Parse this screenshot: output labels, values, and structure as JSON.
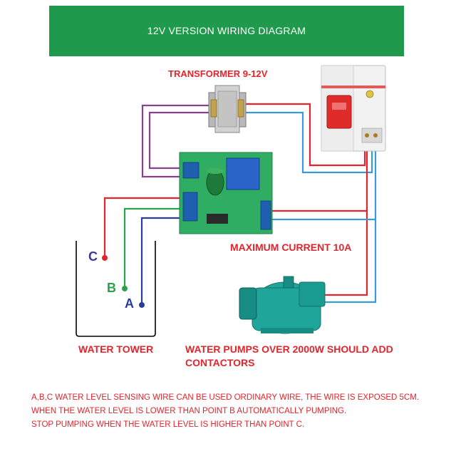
{
  "banner": {
    "title": "12V VERSION WIRING DIAGRAM"
  },
  "labels": {
    "transformer": "TRANSFORMER 9-12V",
    "max_current": "MAXIMUM CURRENT 10A",
    "water_tower": "WATER TOWER",
    "pumps_note": "WATER PUMPS OVER 2000W SHOULD ADD CONTACTORS"
  },
  "probes": {
    "c": "C",
    "b": "B",
    "a": "A"
  },
  "notes": [
    "A,B,C WATER LEVEL SENSING WIRE CAN BE USED ORDINARY WIRE, THE WIRE IS EXPOSED 5CM.",
    "WHEN THE WATER LEVEL IS LOWER THAN POINT B AUTOMATICALLY PUMPING.",
    "STOP PUMPING WHEN THE WATER LEVEL IS HIGHER THAN POINT C."
  ],
  "colors": {
    "banner": "#1f9a4c",
    "label_red": "#e3242b",
    "wire_red": "#e3242b",
    "wire_blue": "#3a9ad9",
    "wire_purple": "#8a3f8f",
    "wire_green": "#2aa14a",
    "wire_navy": "#2a3d9c",
    "board": "#2fae63",
    "pump": "#1fa59a"
  }
}
